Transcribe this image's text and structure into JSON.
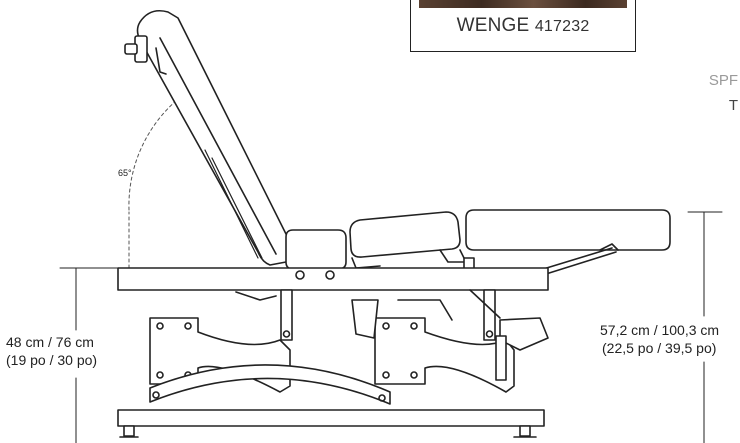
{
  "finish": {
    "name": "WENGE",
    "code": "417232",
    "wood_color": "#4a3428"
  },
  "cropped_text": {
    "line1": "SPF",
    "line2": "T"
  },
  "angle_label": "65°",
  "left_dimension": {
    "line1": "48 cm / 76 cm",
    "line2": "(19 po / 30 po)"
  },
  "right_dimension": {
    "line1": "57,2 cm / 100,3 cm",
    "line2": "(22,5 po / 39,5 po)"
  },
  "colors": {
    "line": "#222222",
    "dash": "#555555",
    "muted_text": "#9a9a9a"
  }
}
